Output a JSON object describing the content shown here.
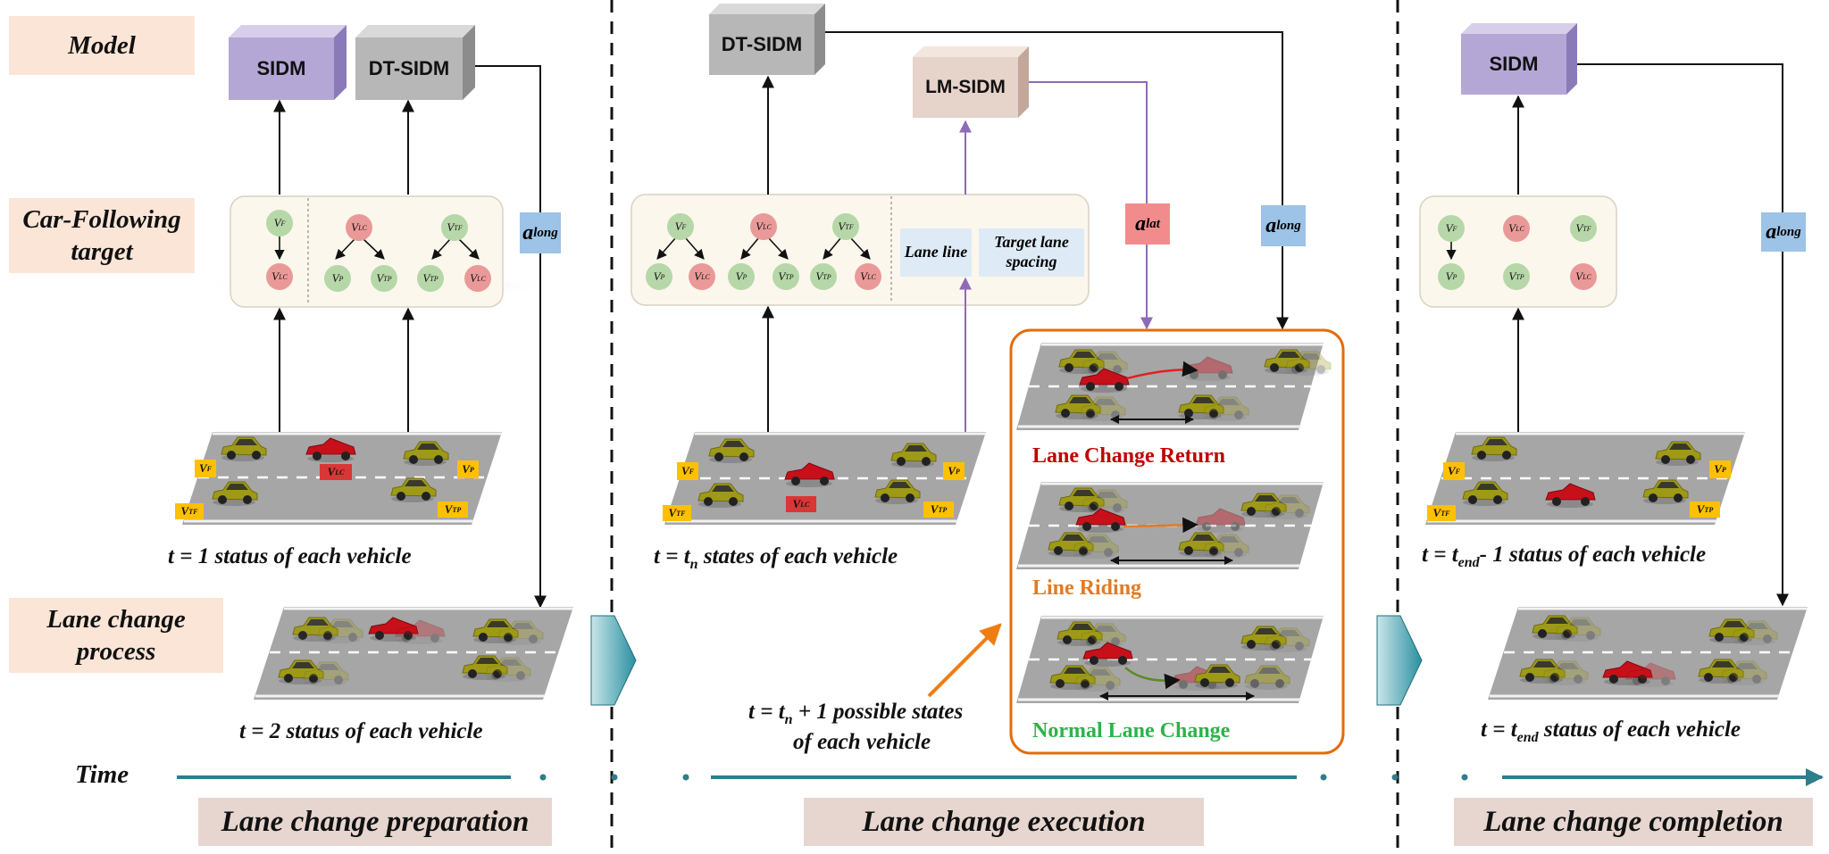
{
  "row_labels": {
    "model": "Model",
    "target_line1": "Car-Following",
    "target_line2": "target",
    "process_line1": "Lane change",
    "process_line2": "process",
    "time": "Time"
  },
  "models": {
    "sidm": "SIDM",
    "dt_sidm": "DT-SIDM",
    "lm_sidm": "LM-SIDM"
  },
  "signals": {
    "a_long": "a",
    "a_long_sub": "long",
    "a_lat": "a",
    "a_lat_sub": "lat"
  },
  "nodes": {
    "v": "V",
    "f": "F",
    "lc": "LC",
    "tf": "TF",
    "p": "P",
    "tp": "TP"
  },
  "extra_inputs": {
    "lane_line": "Lane line",
    "target_lane_spacing": "Target lane spacing"
  },
  "captions": {
    "t1_a": "t",
    "t1_b": " = 1 status of each vehicle",
    "t2_a": "t",
    "t2_b": " = 2 status of each vehicle",
    "tn_a": "t",
    "tn_b": " = ",
    "tn_c": "t",
    "tn_sub": "n",
    "tn_d": " states of each vehicle",
    "tn1_line1_a": "t",
    "tn1_line1_b": " = ",
    "tn1_line1_c": "t",
    "tn1_line1_sub": "n",
    "tn1_line1_d": " + 1 possible states",
    "tn1_line2": "of each vehicle",
    "tend1_a": "t",
    "tend1_b": " = ",
    "tend1_c": "t",
    "tend1_sub": "end",
    "tend1_d": "- 1 status of each vehicle",
    "tend_a": "t",
    "tend_b": " = ",
    "tend_c": "t",
    "tend_sub": "end",
    "tend_d": "  status of each vehicle"
  },
  "scenarios": {
    "return": "Lane Change Return",
    "riding": "Line Riding",
    "normal": "Normal Lane Change"
  },
  "phases": {
    "preparation": "Lane change preparation",
    "execution": "Lane change execution",
    "completion": "Lane change completion"
  },
  "colors": {
    "sidm": "#b4a7d6",
    "dt_sidm": "#b7b7b7",
    "lm_sidm": "#e6d3c9",
    "signal_long": "#9dc3e6",
    "signal_lat": "#f28c8c",
    "node_green": "#b6d7a8",
    "node_red": "#ea9999",
    "purple_line": "#8e6bb8",
    "orange_frame": "#e36c09",
    "return_red": "#c00000",
    "riding_orange": "#e07b26",
    "normal_green": "#2db34a",
    "time_axis": "#2e7d8a"
  }
}
